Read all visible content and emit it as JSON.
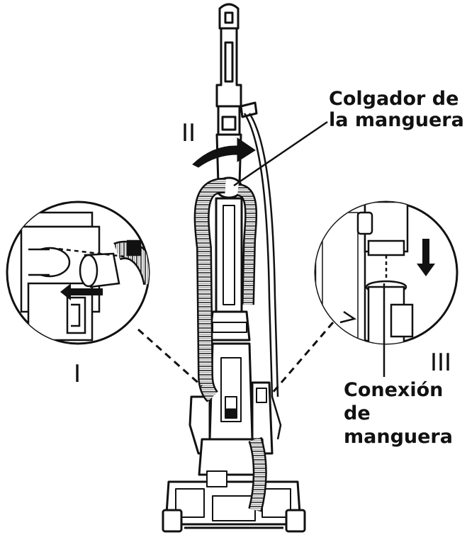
{
  "labels": {
    "hose_hanger_line1": "Colgador de",
    "hose_hanger_line2": "la manguera",
    "hose_connection_line1": "Conexión",
    "hose_connection_line2": "de",
    "hose_connection_line3": "manguera"
  },
  "steps": {
    "step_1": "I",
    "step_2": "II",
    "step_3": "III"
  },
  "colors": {
    "ink": "#111111",
    "paper": "#ffffff",
    "shade": "#d9d9d9"
  }
}
